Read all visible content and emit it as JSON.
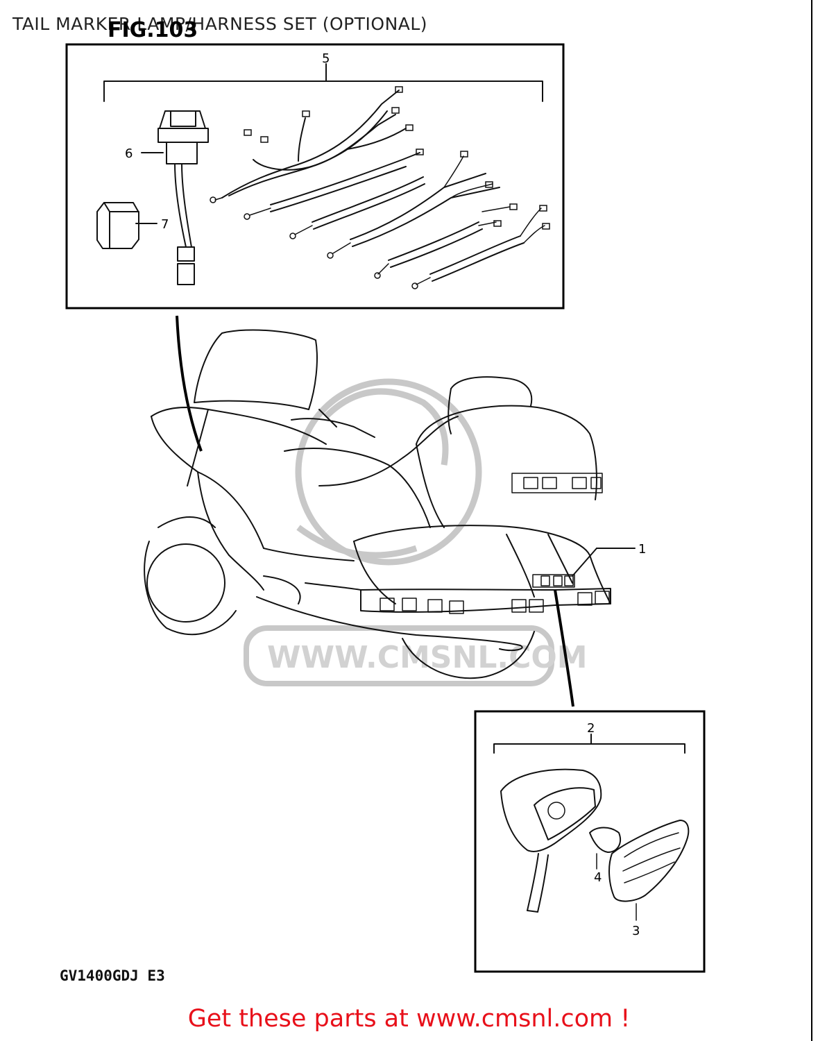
{
  "header": {
    "title": "TAIL MARKER LAMP/HARNESS SET (OPTIONAL)",
    "figure_label": "FIG.103"
  },
  "callouts": {
    "c1": "1",
    "c2": "2",
    "c3": "3",
    "c4": "4",
    "c5": "5",
    "c6": "6",
    "c7": "7"
  },
  "watermark": {
    "text": "WWW.CMSNL.COM"
  },
  "footer": {
    "model_code": "GV1400GDJ E3",
    "cta": "Get these parts at www.cmsnl.com !"
  },
  "colors": {
    "cta": "#e8101a",
    "watermark": "#c8c8c8"
  }
}
